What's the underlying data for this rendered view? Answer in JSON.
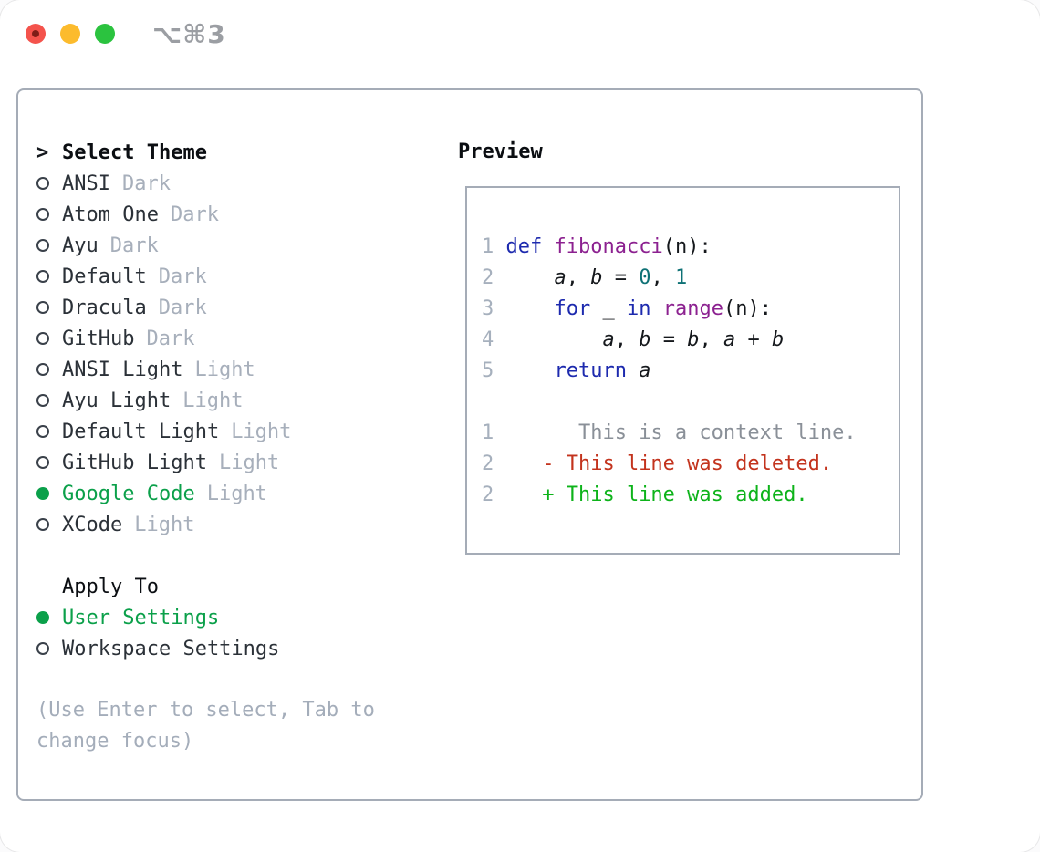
{
  "titlebar": {
    "shortcut": "⌥⌘3"
  },
  "theme_panel": {
    "header": {
      "prefix": ">",
      "title": "Select Theme"
    },
    "themes": [
      {
        "name": "ANSI",
        "variant": "Dark",
        "selected": false
      },
      {
        "name": "Atom One",
        "variant": "Dark",
        "selected": false
      },
      {
        "name": "Ayu",
        "variant": "Dark",
        "selected": false
      },
      {
        "name": "Default",
        "variant": "Dark",
        "selected": false
      },
      {
        "name": "Dracula",
        "variant": "Dark",
        "selected": false
      },
      {
        "name": "GitHub",
        "variant": "Dark",
        "selected": false
      },
      {
        "name": "ANSI Light",
        "variant": "Light",
        "selected": false
      },
      {
        "name": "Ayu Light",
        "variant": "Light",
        "selected": false
      },
      {
        "name": "Default Light",
        "variant": "Light",
        "selected": false
      },
      {
        "name": "GitHub Light",
        "variant": "Light",
        "selected": false
      },
      {
        "name": "Google Code",
        "variant": "Light",
        "selected": true
      },
      {
        "name": "XCode",
        "variant": "Light",
        "selected": false
      }
    ],
    "apply_to": {
      "title": "Apply To",
      "options": [
        {
          "label": "User Settings",
          "selected": true
        },
        {
          "label": "Workspace Settings",
          "selected": false
        }
      ]
    },
    "help_lines": [
      "(Use Enter to select, Tab to",
      "change focus)"
    ]
  },
  "preview": {
    "title": "Preview",
    "code_lines": [
      {
        "num": "1",
        "segs": [
          {
            "t": " "
          },
          {
            "t": "def"
          },
          {
            "t": " "
          },
          {
            "t": "fibonacci"
          },
          {
            "t": "(n):"
          }
        ]
      },
      {
        "num": "2",
        "segs": [
          {
            "t": "     "
          },
          {
            "t": "a"
          },
          {
            "t": ", "
          },
          {
            "t": "b"
          },
          {
            "t": " = "
          },
          {
            "t": "0"
          },
          {
            "t": ", "
          },
          {
            "t": "1"
          }
        ]
      },
      {
        "num": "3",
        "segs": [
          {
            "t": "     "
          },
          {
            "t": "for"
          },
          {
            "t": " _ "
          },
          {
            "t": "in"
          },
          {
            "t": " "
          },
          {
            "t": "range"
          },
          {
            "t": "(n):"
          }
        ]
      },
      {
        "num": "4",
        "segs": [
          {
            "t": "         "
          },
          {
            "t": "a"
          },
          {
            "t": ", "
          },
          {
            "t": "b"
          },
          {
            "t": " = "
          },
          {
            "t": "b"
          },
          {
            "t": ", "
          },
          {
            "t": "a"
          },
          {
            "t": " + "
          },
          {
            "t": "b"
          }
        ]
      },
      {
        "num": "5",
        "segs": [
          {
            "t": "     "
          },
          {
            "t": "return"
          },
          {
            "t": " "
          },
          {
            "t": "a"
          }
        ]
      }
    ],
    "diff_lines": [
      {
        "num": "1",
        "text": "       This is a context line.",
        "kind": "context"
      },
      {
        "num": "2",
        "text": "    - This line was deleted.",
        "kind": "deleted"
      },
      {
        "num": "2",
        "text": "    + This line was added.",
        "kind": "added"
      }
    ]
  },
  "colors": {
    "selected_green": "#0ba04a",
    "keyword_blue": "#1d2aae",
    "function_purple": "#8c2190",
    "literal_teal": "#0e7175",
    "diff_deleted_red": "#c3331d",
    "diff_added_green": "#0db31a",
    "muted_gray": "#a7afbb",
    "border_gray": "#a5acb7"
  }
}
